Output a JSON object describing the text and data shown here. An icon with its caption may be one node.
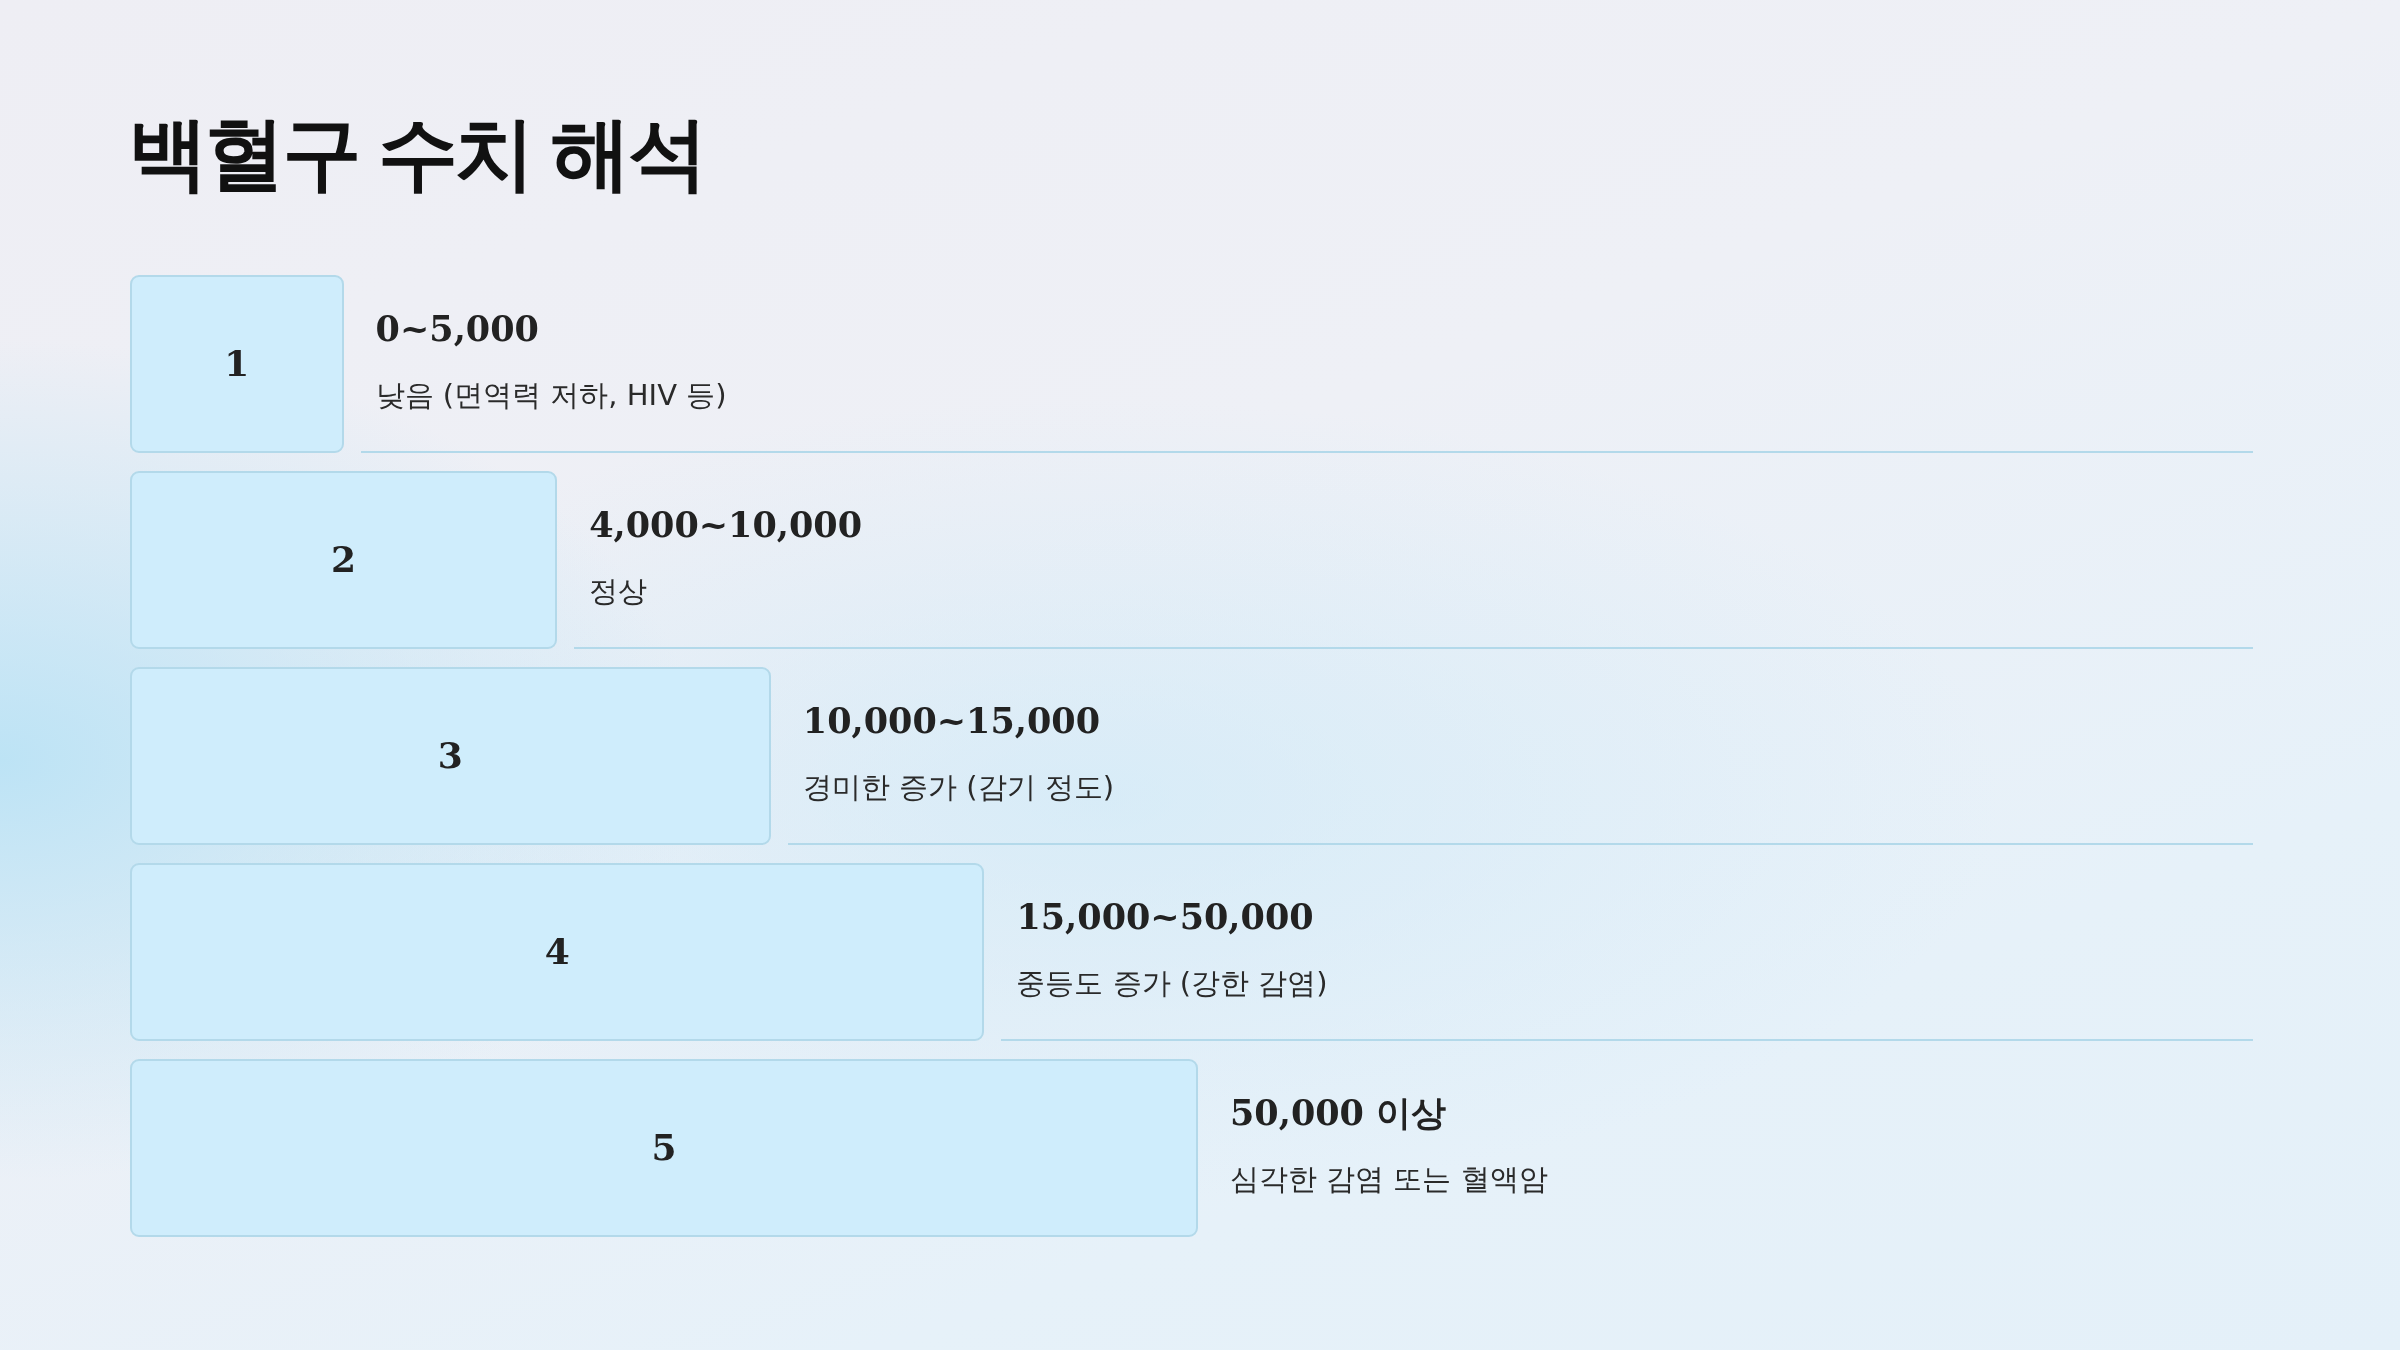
{
  "diagram": {
    "title": "백혈구 수치 해석",
    "nodes": [
      {
        "text": [
          "1"
        ],
        "beside": [
          "0~5,000",
          "낮음 (면역력 저하, HIV 등)"
        ]
      },
      {
        "text": [
          "2"
        ],
        "beside": [
          "4,000~10,000",
          "정상"
        ]
      },
      {
        "text": [
          "3"
        ],
        "beside": [
          "10,000~15,000",
          "경미한 증가 (감기 정도)"
        ]
      },
      {
        "text": [
          "4"
        ],
        "beside": [
          "15,000~50,000",
          "중등도 증가 (강한 감염)"
        ]
      },
      {
        "text": [
          "5"
        ],
        "beside": [
          "50,000 이상",
          "심각한 감염 또는 혈액암"
        ]
      }
    ]
  }
}
